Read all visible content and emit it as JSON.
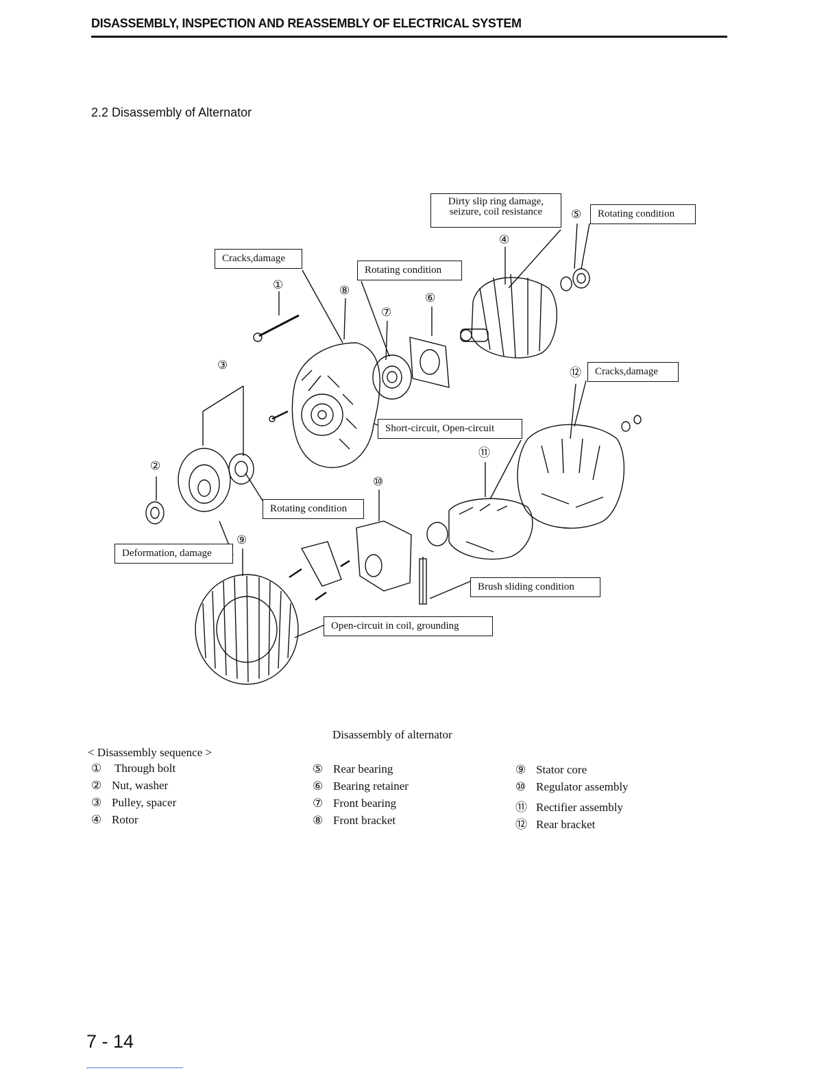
{
  "header": {
    "title": "DISASSEMBLY, INSPECTION AND REASSEMBLY OF ELECTRICAL SYSTEM"
  },
  "section": {
    "title": "2.2  Disassembly of Alternator"
  },
  "diagram": {
    "callouts": {
      "slip_ring": [
        "Dirty slip ring damage,",
        "seizure, coil resistance"
      ],
      "rear_bearing": "Rotating condition",
      "front_bracket": "Cracks,damage",
      "front_bearing": "Rotating condition",
      "rear_bracket": "Cracks,damage",
      "rectifier": "Short-circuit, Open-circuit",
      "pulley": "Rotating condition",
      "nut": "Deformation, damage",
      "brush": "Brush sliding condition",
      "stator": "Open-circuit in coil, grounding"
    },
    "numbers": {
      "n1": "①",
      "n2": "②",
      "n3": "③",
      "n4": "④",
      "n5": "⑤",
      "n6": "⑥",
      "n7": "⑦",
      "n8": "⑧",
      "n9": "⑨",
      "n10": "⑩",
      "n11": "⑪",
      "n12": "⑫"
    }
  },
  "caption": "Disassembly of alternator",
  "sequence": {
    "heading": "< Disassembly sequence >",
    "col1": [
      {
        "mark": "①",
        "label": " Through bolt"
      },
      {
        "mark": "②",
        "label": "Nut, washer"
      },
      {
        "mark": "③",
        "label": "Pulley, spacer"
      },
      {
        "mark": "④",
        "label": "Rotor"
      }
    ],
    "col2": [
      {
        "mark": "⑤",
        "label": "Rear bearing"
      },
      {
        "mark": "⑥",
        "label": "Bearing retainer"
      },
      {
        "mark": "⑦",
        "label": "Front bearing"
      },
      {
        "mark": "⑧",
        "label": "Front bracket"
      }
    ],
    "col3": [
      {
        "mark": "⑨",
        "label": "Stator core"
      },
      {
        "mark": "⑩",
        "label": "Regulator assembly"
      },
      {
        "mark": "⑪",
        "label": "Rectifier assembly"
      },
      {
        "mark": "⑫",
        "label": "Rear bracket"
      }
    ]
  },
  "footer": {
    "page_number": "7 - 14"
  }
}
